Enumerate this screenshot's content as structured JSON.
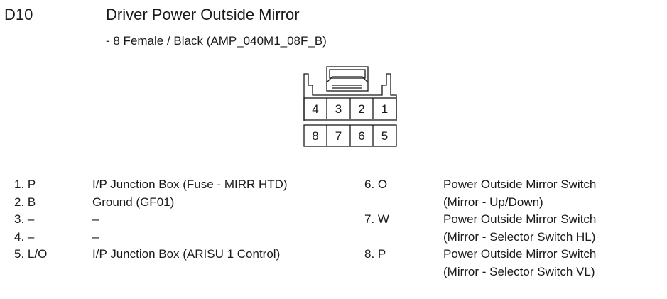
{
  "connector": {
    "code": "D10",
    "title": "Driver Power Outside Mirror",
    "subtitle": "- 8 Female / Black (AMP_040M1_08F_B)",
    "top_row": [
      "4",
      "3",
      "2",
      "1"
    ],
    "bottom_row": [
      "8",
      "7",
      "6",
      "5"
    ]
  },
  "pins_left": [
    {
      "pin": "1. P",
      "desc": "I/P Junction Box (Fuse - MIRR HTD)"
    },
    {
      "pin": "2. B",
      "desc": "Ground (GF01)"
    },
    {
      "pin": "3. –",
      "desc": "–"
    },
    {
      "pin": "4. –",
      "desc": "–"
    },
    {
      "pin": "5. L/O",
      "desc": "I/P Junction Box (ARISU 1 Control)"
    }
  ],
  "pins_right": [
    {
      "pin": "6. O",
      "desc_1": "Power Outside Mirror Switch",
      "desc_2": "(Mirror - Up/Down)"
    },
    {
      "pin": "7. W",
      "desc_1": "Power Outside Mirror Switch",
      "desc_2": "(Mirror - Selector Switch HL)"
    },
    {
      "pin": "8. P",
      "desc_1": "Power Outside Mirror Switch",
      "desc_2": "(Mirror - Selector Switch VL)"
    }
  ]
}
